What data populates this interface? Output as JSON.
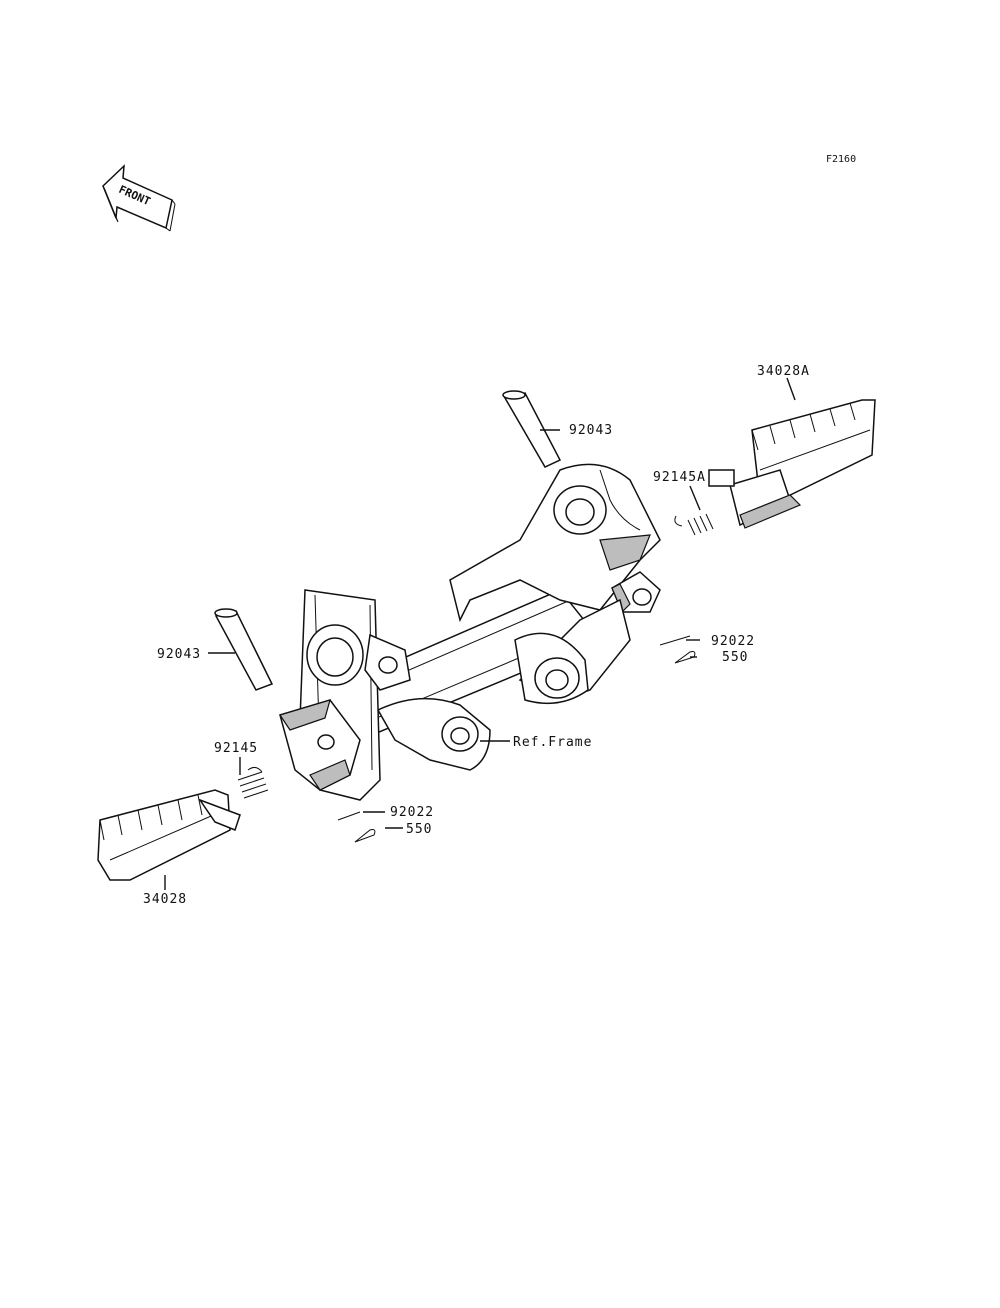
{
  "diagram_code": "F2160",
  "front_label": "FRONT",
  "labels": {
    "pin_right": "92043",
    "pin_left": "92043",
    "footpeg_right": "34028A",
    "spring_right": "92145A",
    "spring_left": "92145",
    "washer_right": "92022",
    "cotter_right": "550",
    "washer_left": "92022",
    "cotter_left": "550",
    "frame": "Ref.Frame",
    "footpeg_left": "34028"
  }
}
